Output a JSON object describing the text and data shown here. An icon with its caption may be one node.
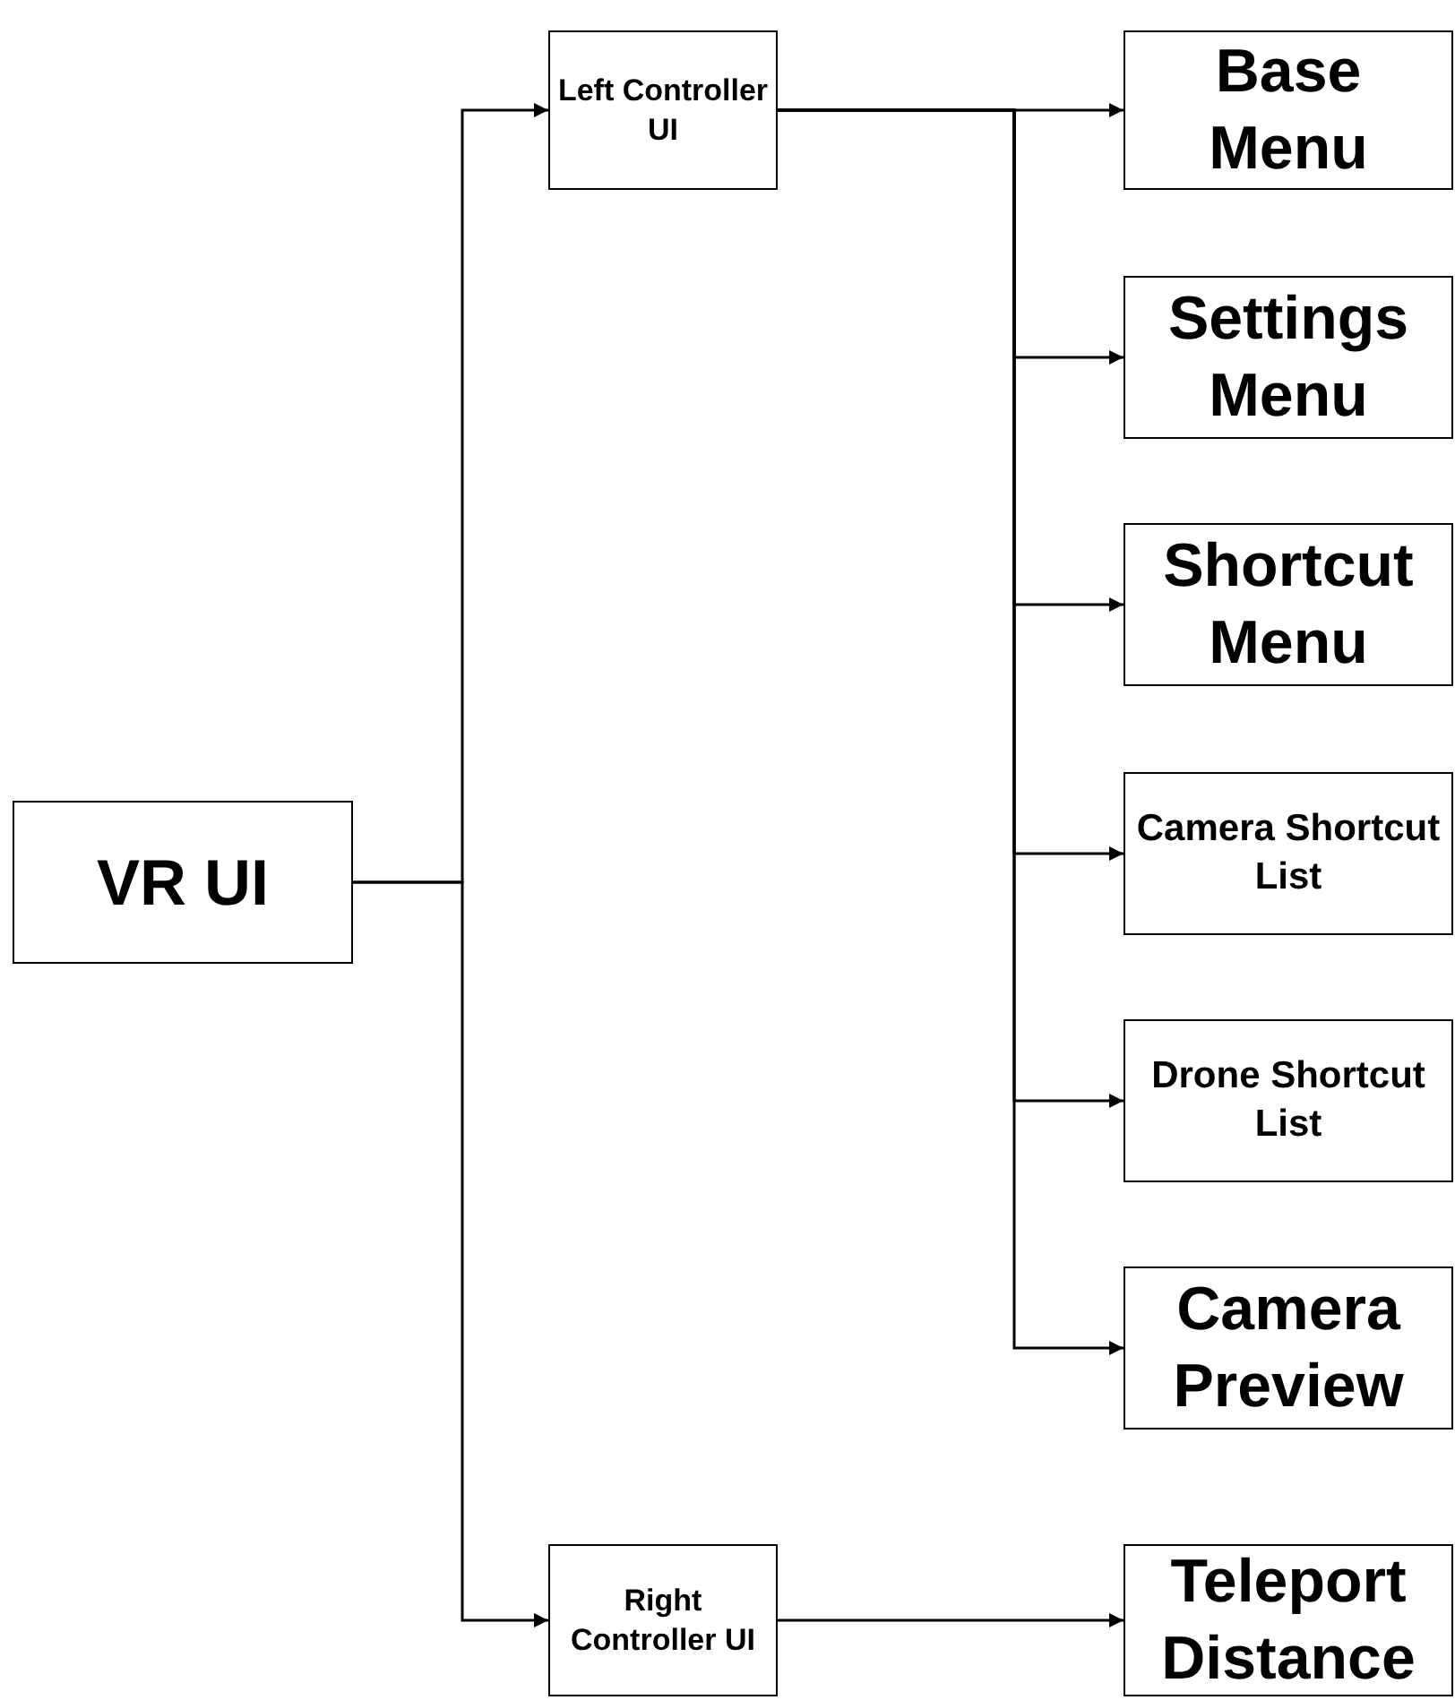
{
  "diagram": {
    "nodes": [
      {
        "text": [
          "VR UI"
        ]
      },
      {
        "text": [
          "Left Controller UI"
        ]
      },
      {
        "text": [
          "Base Menu"
        ]
      },
      {
        "text": [
          "Settings Menu"
        ]
      },
      {
        "text": [
          "Shortcut Menu"
        ]
      },
      {
        "text": [
          "Camera Shortcut List"
        ]
      },
      {
        "text": [
          "Drone Shortcut List"
        ]
      },
      {
        "text": [
          "Camera Preview"
        ]
      },
      {
        "text": [
          "Right Controller UI"
        ]
      },
      {
        "text": [
          "Teleport Distance"
        ]
      }
    ],
    "edges": [
      {
        "from": 0,
        "to": 1,
        "arrow": "to"
      },
      {
        "from": 0,
        "to": 8,
        "arrow": "to"
      },
      {
        "from": 1,
        "to": 2,
        "arrow": "to"
      },
      {
        "from": 1,
        "to": 3,
        "arrow": "to"
      },
      {
        "from": 1,
        "to": 4,
        "arrow": "to"
      },
      {
        "from": 1,
        "to": 5,
        "arrow": "to"
      },
      {
        "from": 1,
        "to": 6,
        "arrow": "to"
      },
      {
        "from": 1,
        "to": 7,
        "arrow": "to"
      },
      {
        "from": 8,
        "to": 9,
        "arrow": "to"
      }
    ]
  }
}
